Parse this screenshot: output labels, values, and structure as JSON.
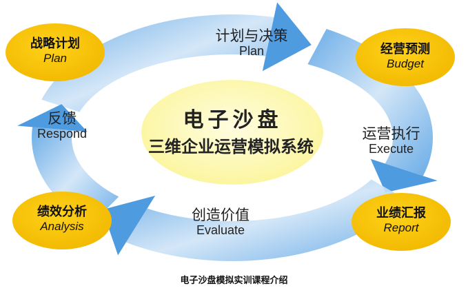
{
  "center": {
    "title": "电子沙盘",
    "subtitle": "三维企业运营模拟系统"
  },
  "stages": [
    {
      "cn": "计划与决策",
      "en": "Plan"
    },
    {
      "cn": "运营执行",
      "en": "Execute"
    },
    {
      "cn": "创造价值",
      "en": "Evaluate"
    },
    {
      "cn": "反馈",
      "en": "Respond"
    }
  ],
  "badges": [
    {
      "cn": "战略计划",
      "en": "Plan"
    },
    {
      "cn": "经营预测",
      "en": "Budget"
    },
    {
      "cn": "绩效分析",
      "en": "Analysis"
    },
    {
      "cn": "业绩汇报",
      "en": "Report"
    }
  ],
  "caption": "电子沙盘模拟实训课程介绍",
  "colors": {
    "arrow_dark": "#4f9be0",
    "arrow_light": "#e6f1fb",
    "badge": "#f6c200",
    "center": "#fdf9b0"
  }
}
